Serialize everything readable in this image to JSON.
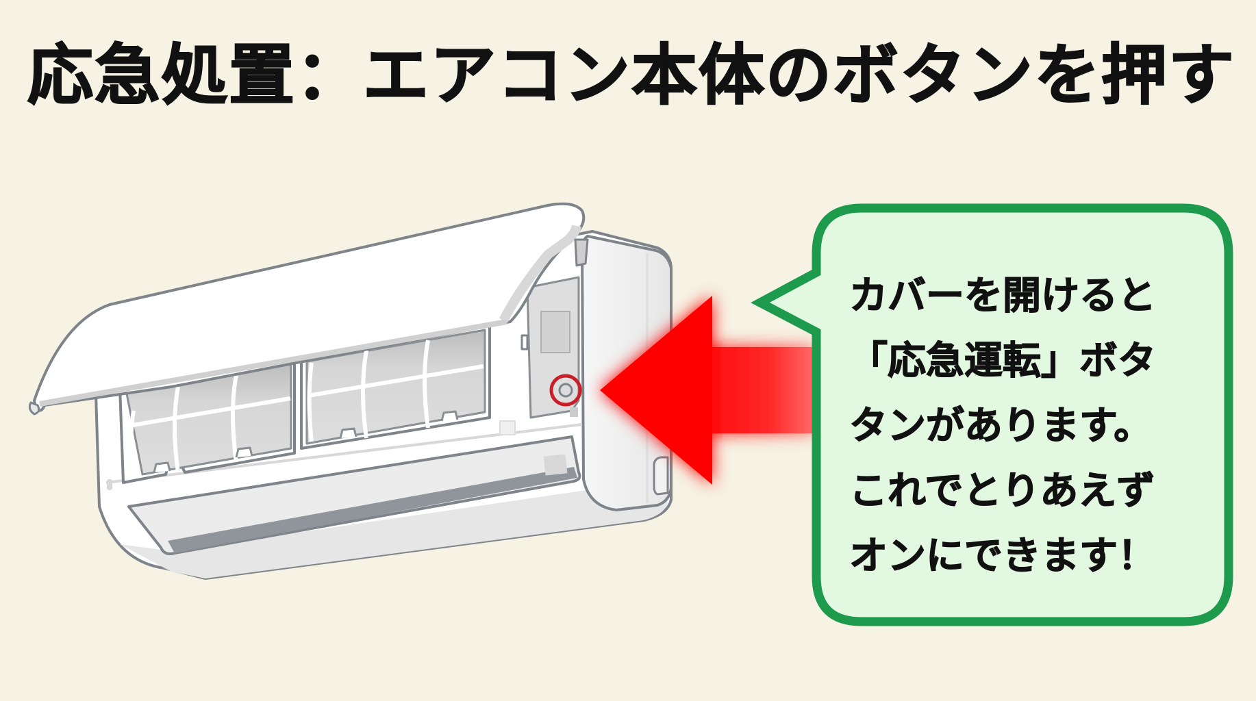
{
  "header": {
    "title": "応急処置：エアコン本体のボタンを押す"
  },
  "illustration": {
    "subject": "wall-mounted air conditioner with front cover opened",
    "highlighted_part": "emergency-operation-button",
    "arrow_direction": "left",
    "icons": [
      "air-conditioner-icon",
      "emergency-button-icon",
      "arrow-left-icon",
      "speech-bubble-icon"
    ]
  },
  "callout": {
    "lines": [
      "カバーを開けると",
      "「応急運転」ボタ",
      "タンがあります。",
      "これでとりあえず",
      "オンにできます！"
    ]
  },
  "colors": {
    "background": "#f6f2e4",
    "title_text": "#111111",
    "arrow": "#ff0000",
    "highlight_ring": "#c81e28",
    "bubble_border": "#1e9a4c",
    "bubble_fill": "#e2f8e0",
    "ac_outline": "#7e848a",
    "ac_body": "#ffffff",
    "ac_shade": "#e4e4e4"
  }
}
